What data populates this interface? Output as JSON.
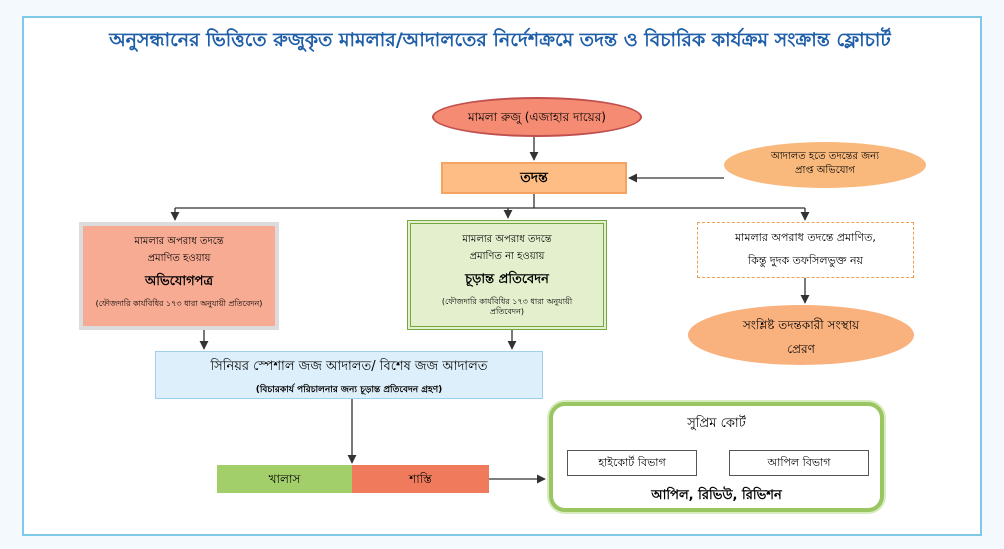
{
  "title": "অনুসন্ধানের ভিত্তিতে রুজুকৃত মামলার/আদালতের নির্দেশক্রমে তদন্ত ও বিচারিক কার্যক্রম সংক্রান্ত ফ্লোচার্ট",
  "nodes": {
    "case_filed": "মামলা রুজু (এজাহার দায়ের)",
    "investigation": "তদন্ত",
    "court_complaint_line1": "আদালত হতে তদন্তের জন্য",
    "court_complaint_line2": "প্রাপ্ত অভিযোগ",
    "left_line1": "মামলার অপরাধ তদন্তে",
    "left_line2": "প্রমাণিত হওয়ায়",
    "left_main": "অভিযোগপত্র",
    "left_sub": "(ফৌজদারি কার্যবিধির ১৭৩ ধারা অনুযায়ী প্রতিবেদন)",
    "mid_line1": "মামলার অপরাধ তদন্তে",
    "mid_line2": "প্রমাণিত না হওয়ায়",
    "mid_main": "চূড়ান্ত প্রতিবেদন",
    "mid_sub": "(ফৌজদারি কার্যবিধির ১৭৩ ধারা অনুযায়ী প্রতিবেদন)",
    "right_line1": "মামলার অপরাধ তদন্তে প্রমাণিত,",
    "right_line2": "কিন্তু দুদক তফসিলভুক্ত নয়",
    "agency_line1": "সংশ্লিষ্ট তদন্তকারী সংস্থায়",
    "agency_line2": "প্রেরণ",
    "court_main": "সিনিয়র স্পেশাল জজ আদালত/ বিশেষ জজ আদালত",
    "court_sub": "(বিচারকার্য পরিচালনার জন্য চূড়ান্ত প্রতিবেদন গ্রহণ)",
    "acquittal": "খালাস",
    "punishment": "শাস্তি",
    "supreme_court": "সুপ্রিম কোর্ট",
    "high_court": "হাইকোর্ট বিভাগ",
    "appellate": "আপিল বিভাগ",
    "remedies": "আপিল, রিভিউ, রিভিশন"
  }
}
